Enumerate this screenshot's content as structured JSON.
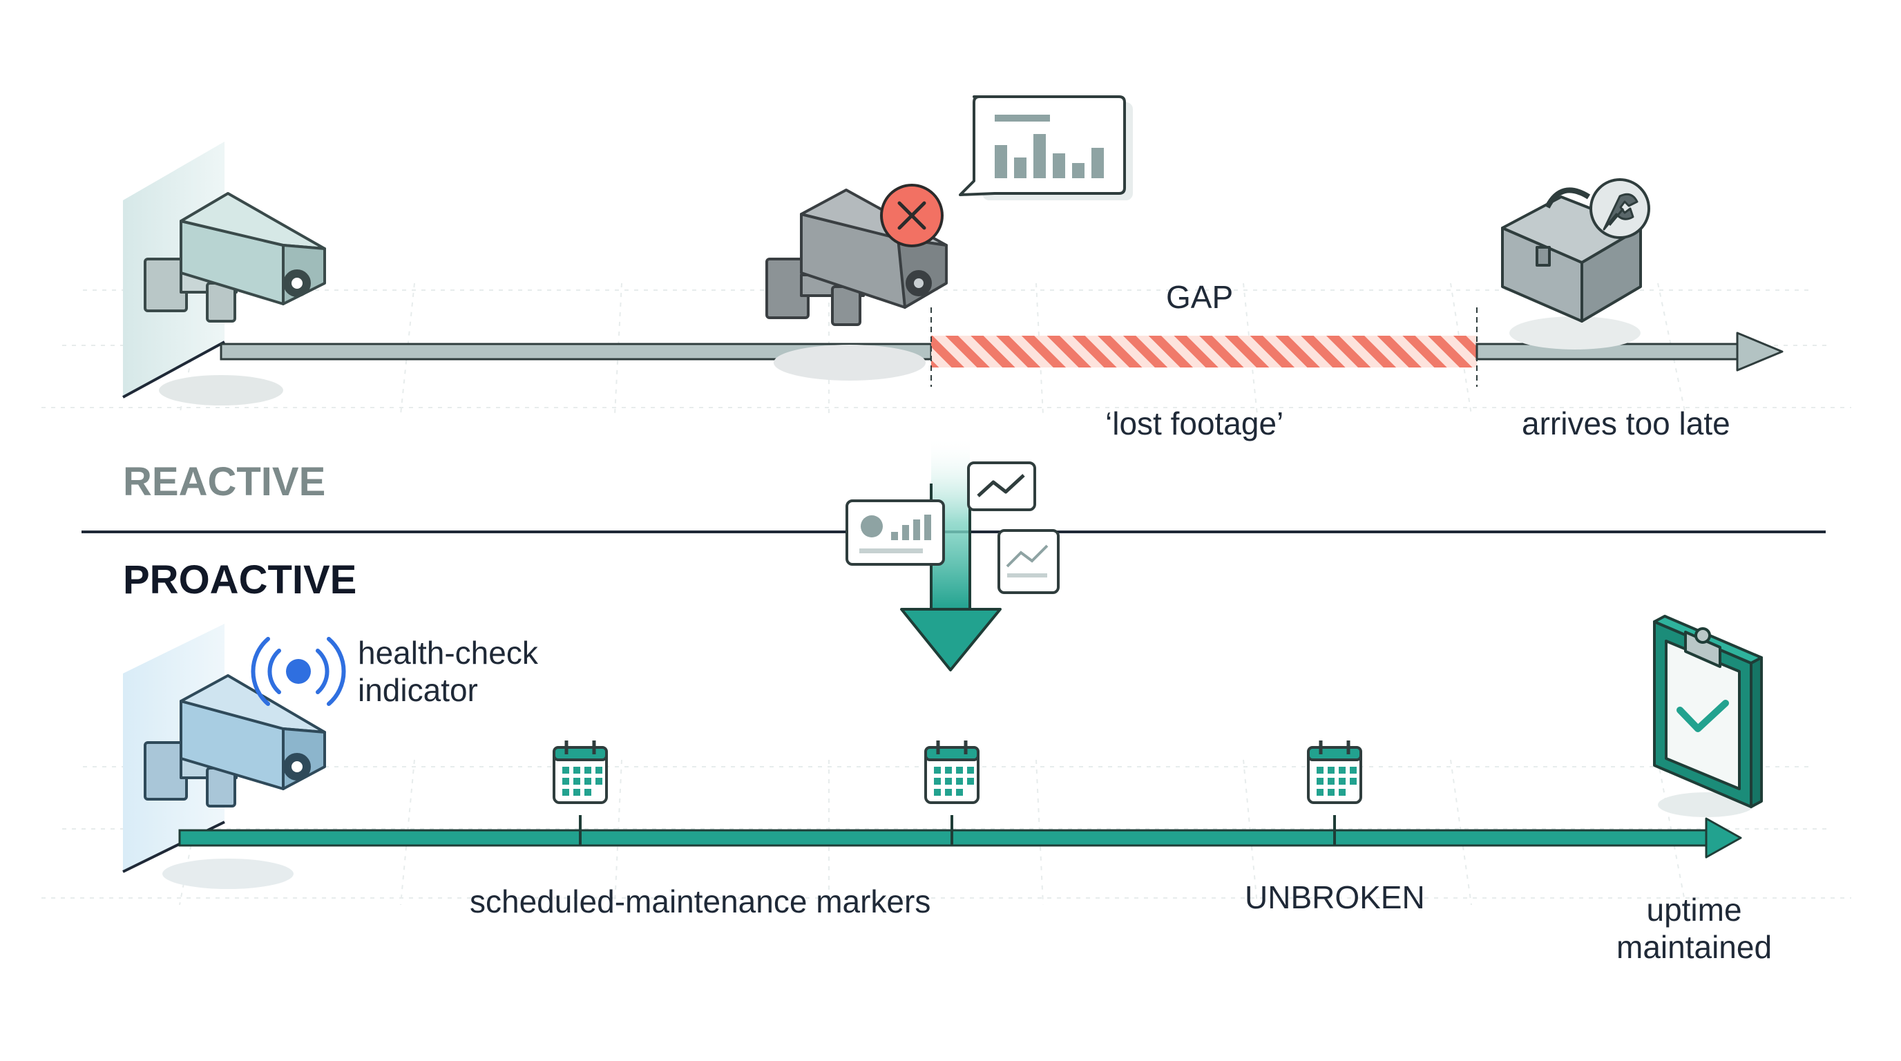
{
  "reactive": {
    "heading": "REACTIVE",
    "gap_label": "GAP",
    "lost_label": "‘lost footage’",
    "late_label": "arrives too late"
  },
  "proactive": {
    "heading": "PROACTIVE",
    "health_line1": "health-check",
    "health_line2": "indicator",
    "markers_label": "scheduled-maintenance markers",
    "unbroken_label": "UNBROKEN",
    "uptime_line1": "uptime",
    "uptime_line2": "maintained"
  },
  "icons": {
    "camera_working": "security-camera-icon",
    "camera_failed": "failed-camera-icon",
    "error_badge": "error-x-icon",
    "alert_bubble": "chart-speech-bubble-icon",
    "toolbox": "toolbox-wrench-icon",
    "health_signal": "signal-broadcast-icon",
    "calendar": "calendar-icon",
    "clipboard": "clipboard-check-icon",
    "analytics_cards": "analytics-card-icon",
    "transition_arrow": "down-arrow-icon"
  },
  "colors": {
    "reactive_line": "#9fb0b0",
    "gap_stripe": "#f07a6a",
    "error_red": "#f27163",
    "proactive_teal": "#1f9e8c",
    "health_blue": "#2f6fe0",
    "divider": "#1f2937"
  }
}
